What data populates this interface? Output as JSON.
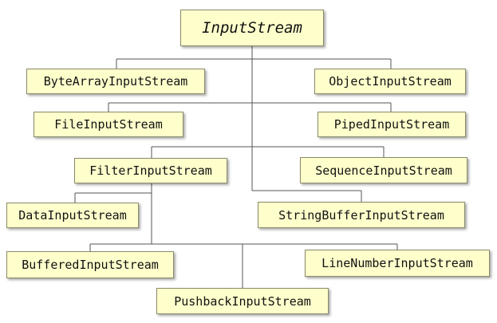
{
  "diagram": {
    "root": "InputStream",
    "nodes": {
      "bytearray": "ByteArrayInputStream",
      "object": "ObjectInputStream",
      "file": "FileInputStream",
      "piped": "PipedInputStream",
      "filter": "FilterInputStream",
      "sequence": "SequenceInputStream",
      "data": "DataInputStream",
      "stringbuffer": "StringBufferInputStream",
      "buffered": "BufferedInputStream",
      "linenumber": "LineNumberInputStream",
      "pushback": "PushbackInputStream"
    },
    "colors": {
      "box_fill": "#ffffcc",
      "box_border": "#8a8a6a",
      "connector": "#555555",
      "text": "#111111"
    }
  }
}
